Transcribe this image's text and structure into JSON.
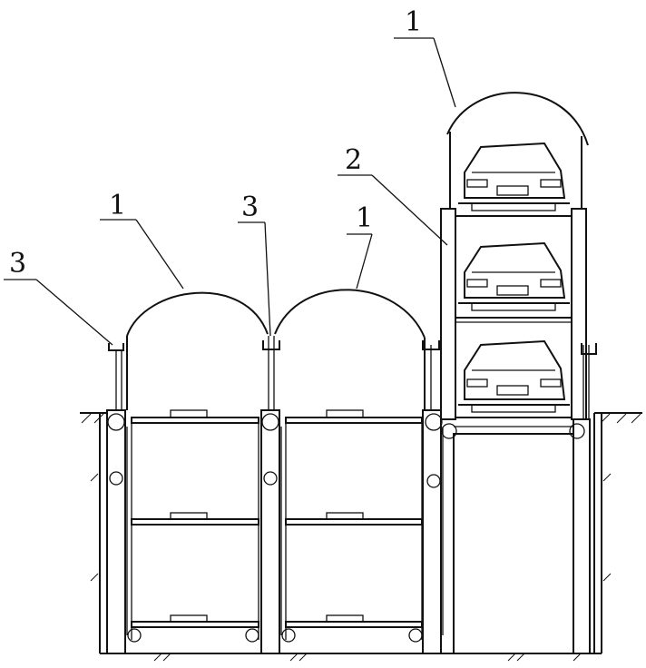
{
  "callouts": [
    {
      "id": "label-1-right-canopy",
      "text": "1"
    },
    {
      "id": "label-2-tower-frame",
      "text": "2"
    },
    {
      "id": "label-1-left-canopy",
      "text": "1"
    },
    {
      "id": "label-3-middle-gutter",
      "text": "3"
    },
    {
      "id": "label-1-middle-canopy",
      "text": "1"
    },
    {
      "id": "label-3-left-gutter",
      "text": "3"
    }
  ],
  "colors": {
    "line": "#111111",
    "background": "#ffffff"
  }
}
